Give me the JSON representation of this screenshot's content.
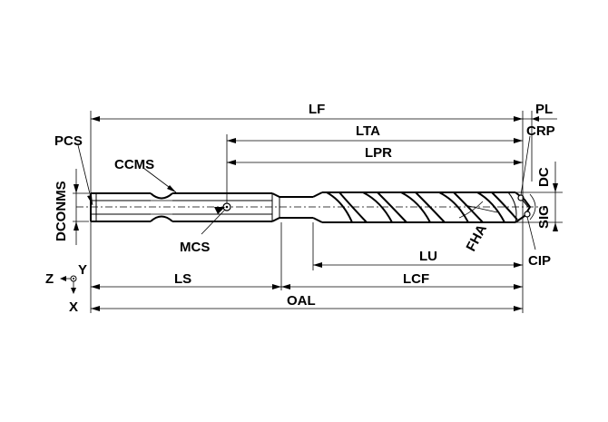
{
  "labels": {
    "lf": "LF",
    "pl": "PL",
    "pcs": "PCS",
    "lta": "LTA",
    "crp": "CRP",
    "ccms": "CCMS",
    "lpr": "LPR",
    "dc": "DC",
    "dconms": "DCONMS",
    "sig": "SIG",
    "mcs": "MCS",
    "fha": "FHA",
    "lu": "LU",
    "cip": "CIP",
    "ls": "LS",
    "lcf": "LCF",
    "oal": "OAL"
  },
  "axes": {
    "z": "Z",
    "y": "Y",
    "x": "X"
  }
}
